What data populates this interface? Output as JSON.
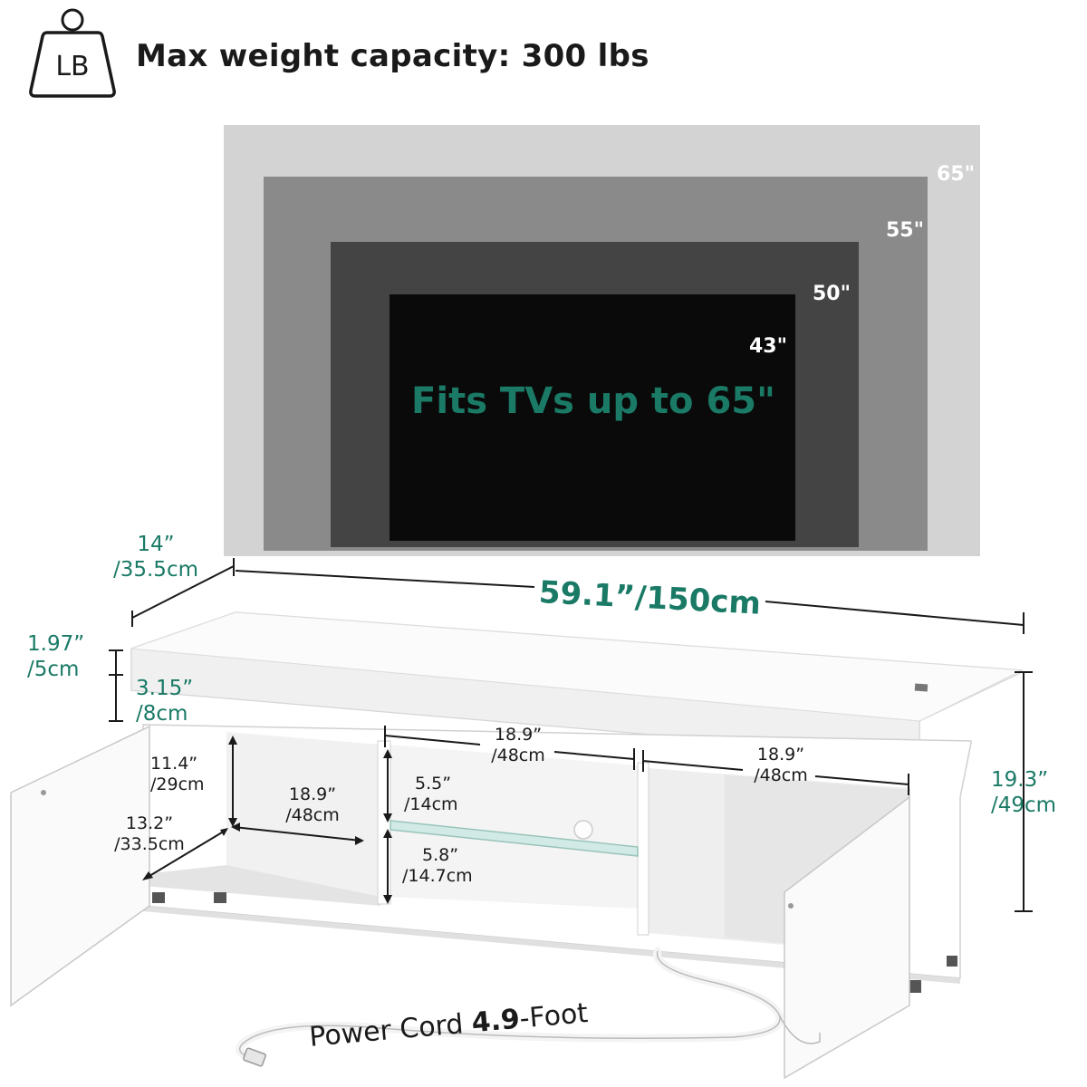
{
  "header": {
    "weight_icon_label": "LB",
    "capacity_text": "Max weight capacity: 300 lbs"
  },
  "tv_sizes": {
    "s65": "65\"",
    "s55": "55\"",
    "s50": "50\"",
    "s43": "43\"",
    "fit_text": "Fits TVs up to 65\""
  },
  "dimensions": {
    "depth_in": "14”",
    "depth_cm": "/35.5cm",
    "width": "59.1”/150cm",
    "top_thick_in": "1.97”",
    "top_thick_cm": "/5cm",
    "gap_in": "3.15”",
    "gap_cm": "/8cm",
    "height_in": "19.3”",
    "height_cm": "/49cm",
    "left_cab_h_in": "11.4”",
    "left_cab_h_cm": "/29cm",
    "left_cab_w_in": "18.9”",
    "left_cab_w_cm": "/48cm",
    "left_cab_d_in": "13.2”",
    "left_cab_d_cm": "/33.5cm",
    "mid_w_in": "18.9”",
    "mid_w_cm": "/48cm",
    "right_w_in": "18.9”",
    "right_w_cm": "/48cm",
    "shelf_top_in": "5.5”",
    "shelf_top_cm": "/14cm",
    "shelf_bot_in": "5.8”",
    "shelf_bot_cm": "/14.7cm"
  },
  "power_cord": {
    "prefix": "Power Cord ",
    "length": "4.9",
    "suffix": "-Foot"
  },
  "colors": {
    "accent_green": "#1a7a66",
    "tv65": "#d3d3d3",
    "tv55": "#8a8a8a",
    "tv50": "#444444",
    "tv43": "#0a0a0a"
  }
}
